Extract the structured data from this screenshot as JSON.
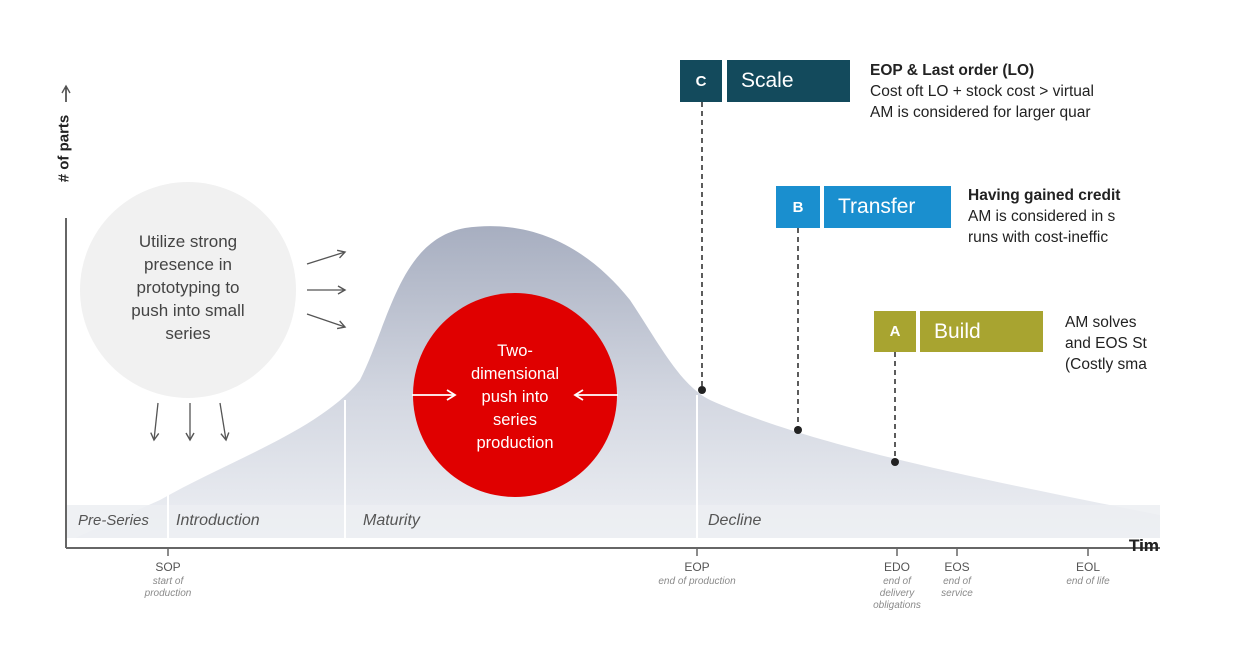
{
  "axes": {
    "y_label": "# of parts",
    "x_label": "Tim"
  },
  "phases": {
    "pre_series": "Pre-Series",
    "introduction": "Introduction",
    "maturity": "Maturity",
    "decline": "Decline"
  },
  "milestones": [
    {
      "label": "SOP",
      "sub": "start of production"
    },
    {
      "label": "EOP",
      "sub": "end of production"
    },
    {
      "label": "EDO",
      "sub": "end of delivery obligations"
    },
    {
      "label": "EOS",
      "sub": "end of service"
    },
    {
      "label": "EOL",
      "sub": "end of life"
    }
  ],
  "prototype_circle": {
    "text": "Utilize strong presence in prototyping to push into small series"
  },
  "series_circle": {
    "text": "Two-dimensional push into series production",
    "color": "#e00000"
  },
  "stages": [
    {
      "letter": "C",
      "name": "Scale",
      "color": "#134a5c",
      "heading": "EOP & Last order (LO)",
      "lines": [
        "Cost oft LO + stock cost > virtual",
        "AM is considered for larger quar"
      ]
    },
    {
      "letter": "B",
      "name": "Transfer",
      "color": "#1a8fcf",
      "heading": "Having gained credit",
      "lines": [
        "AM is considered in s",
        "runs with cost-ineffic"
      ]
    },
    {
      "letter": "A",
      "name": "Build",
      "color": "#a8a430",
      "heading": "",
      "lines": [
        "AM solves",
        "and EOS St",
        "(Costly sma"
      ]
    }
  ]
}
